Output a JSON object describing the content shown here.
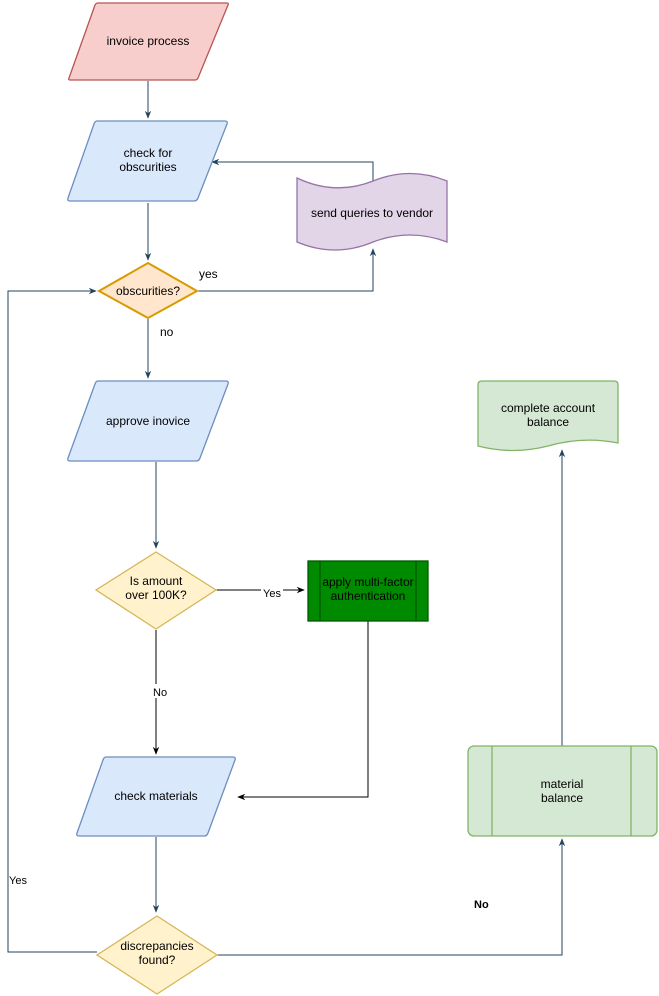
{
  "nodes": {
    "invoice_process": {
      "lines": [
        "invoice process"
      ],
      "fill": "#f8cecc",
      "stroke": "#b85450"
    },
    "check_obscurities": {
      "lines": [
        "check for",
        "obscurities"
      ],
      "fill": "#dae8fc",
      "stroke": "#6c8ebf"
    },
    "send_queries": {
      "lines": [
        "send queries to vendor"
      ],
      "fill": "#e1d5e7",
      "stroke": "#9673a6"
    },
    "obscurities_decision": {
      "lines": [
        "obscurities?"
      ],
      "fill": "#ffe6cc",
      "stroke": "#d79b00"
    },
    "approve_invoice": {
      "lines": [
        "approve inovice"
      ],
      "fill": "#dae8fc",
      "stroke": "#6c8ebf"
    },
    "amount_decision": {
      "lines": [
        "Is amount",
        "over 100K?"
      ],
      "fill": "#fff2cc",
      "stroke": "#d6b656"
    },
    "mfa": {
      "lines": [
        "apply multi-factor",
        "authentication"
      ],
      "fill": "#008a00",
      "stroke": "#005700",
      "text_color": "#ffffff"
    },
    "check_materials": {
      "lines": [
        "check materials"
      ],
      "fill": "#dae8fc",
      "stroke": "#6c8ebf"
    },
    "discrepancies_decision": {
      "lines": [
        "discrepancies",
        "found?"
      ],
      "fill": "#fff2cc",
      "stroke": "#d6b656"
    },
    "material_balance": {
      "lines": [
        "material",
        "balance"
      ],
      "fill": "#d5e8d4",
      "stroke": "#82b366"
    },
    "complete_account": {
      "lines": [
        "complete account",
        "balance"
      ],
      "fill": "#d5e8d4",
      "stroke": "#82b366"
    }
  },
  "edge_labels": {
    "obscurities_yes": "yes",
    "obscurities_no": "no",
    "amount_yes": "Yes",
    "amount_no": "No",
    "discrepancies_yes": "Yes",
    "discrepancies_no": "No"
  },
  "edge_color": "#23445d"
}
